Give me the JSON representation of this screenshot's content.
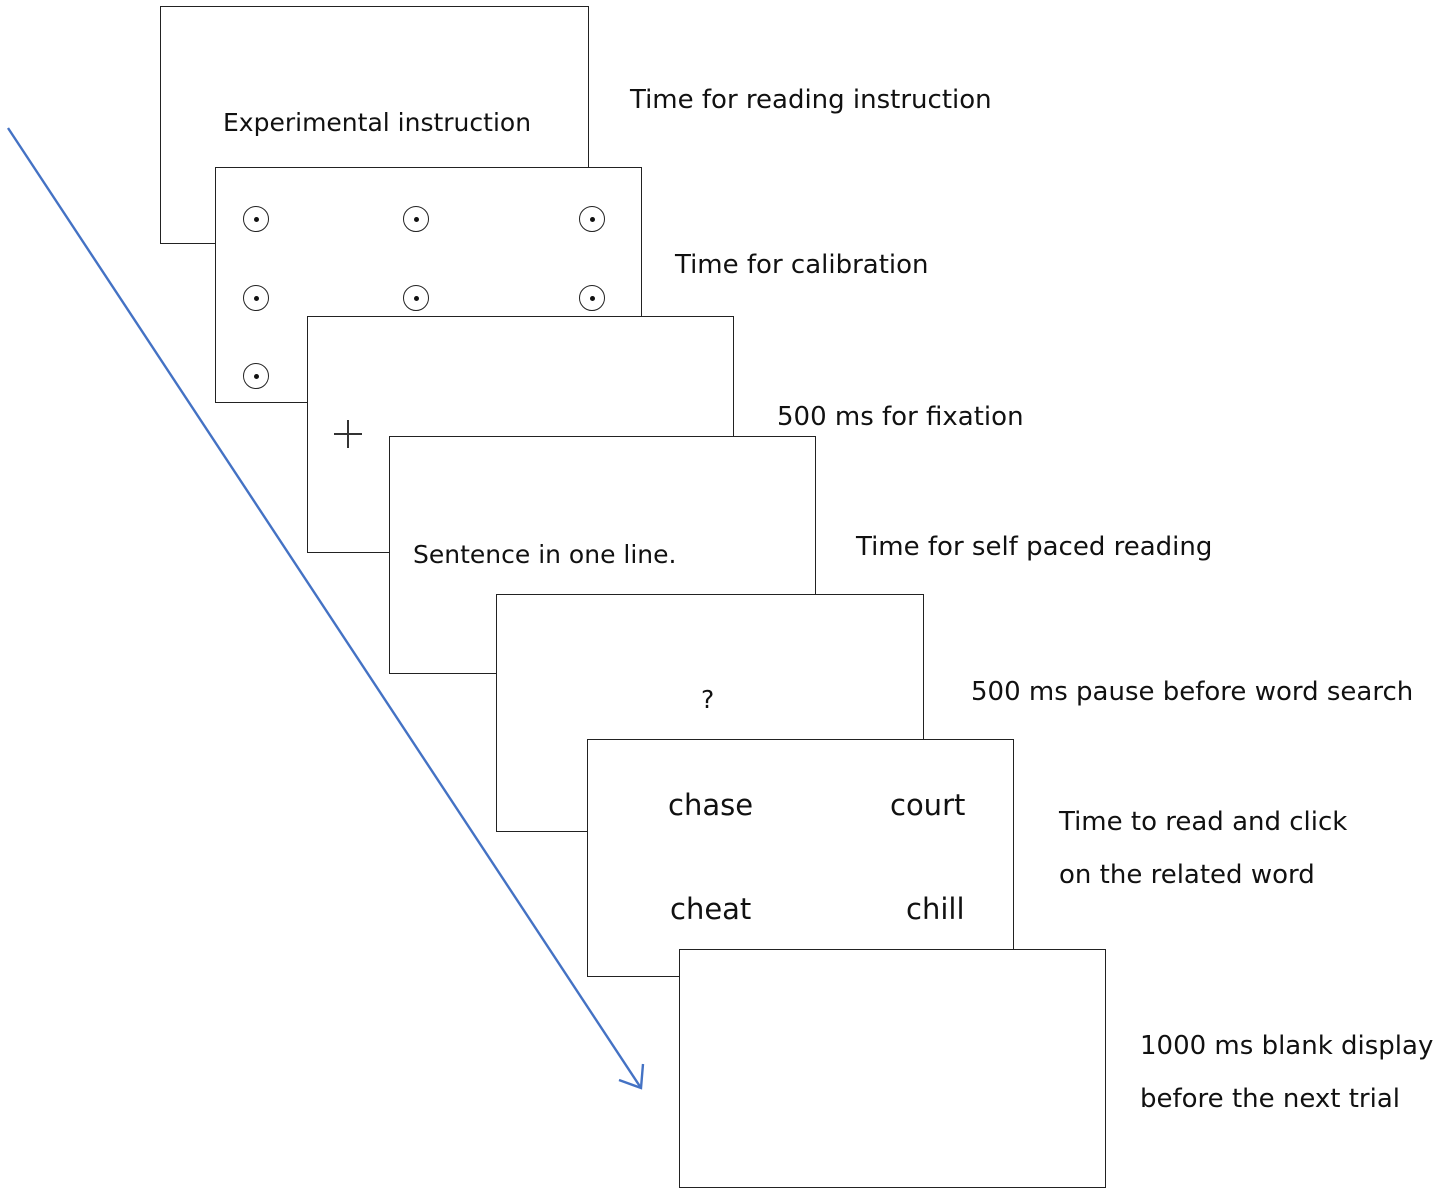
{
  "screens": {
    "instruction": {
      "text": "Experimental instruction"
    },
    "calibration": {
      "icon": "target-dot-icon",
      "dot_count": 7
    },
    "fixation": {
      "icon": "fixation-cross-icon"
    },
    "sentence": {
      "text": "Sentence in one line."
    },
    "pause": {
      "text": "?"
    },
    "word_search": {
      "words": [
        "chase",
        "court",
        "cheat",
        "chill"
      ]
    },
    "blank": {}
  },
  "labels": {
    "instruction": "Time for reading instruction",
    "calibration": "Time for calibration",
    "fixation": "500 ms for fixation",
    "reading": "Time for self paced reading",
    "pause": "500 ms pause before word search",
    "word_search_line1": "Time to read and click",
    "word_search_line2": "on the related word",
    "blank_line1": "1000 ms blank display",
    "blank_line2": "before the next trial"
  },
  "colors": {
    "arrow": "#4472C4",
    "border": "#222222"
  }
}
